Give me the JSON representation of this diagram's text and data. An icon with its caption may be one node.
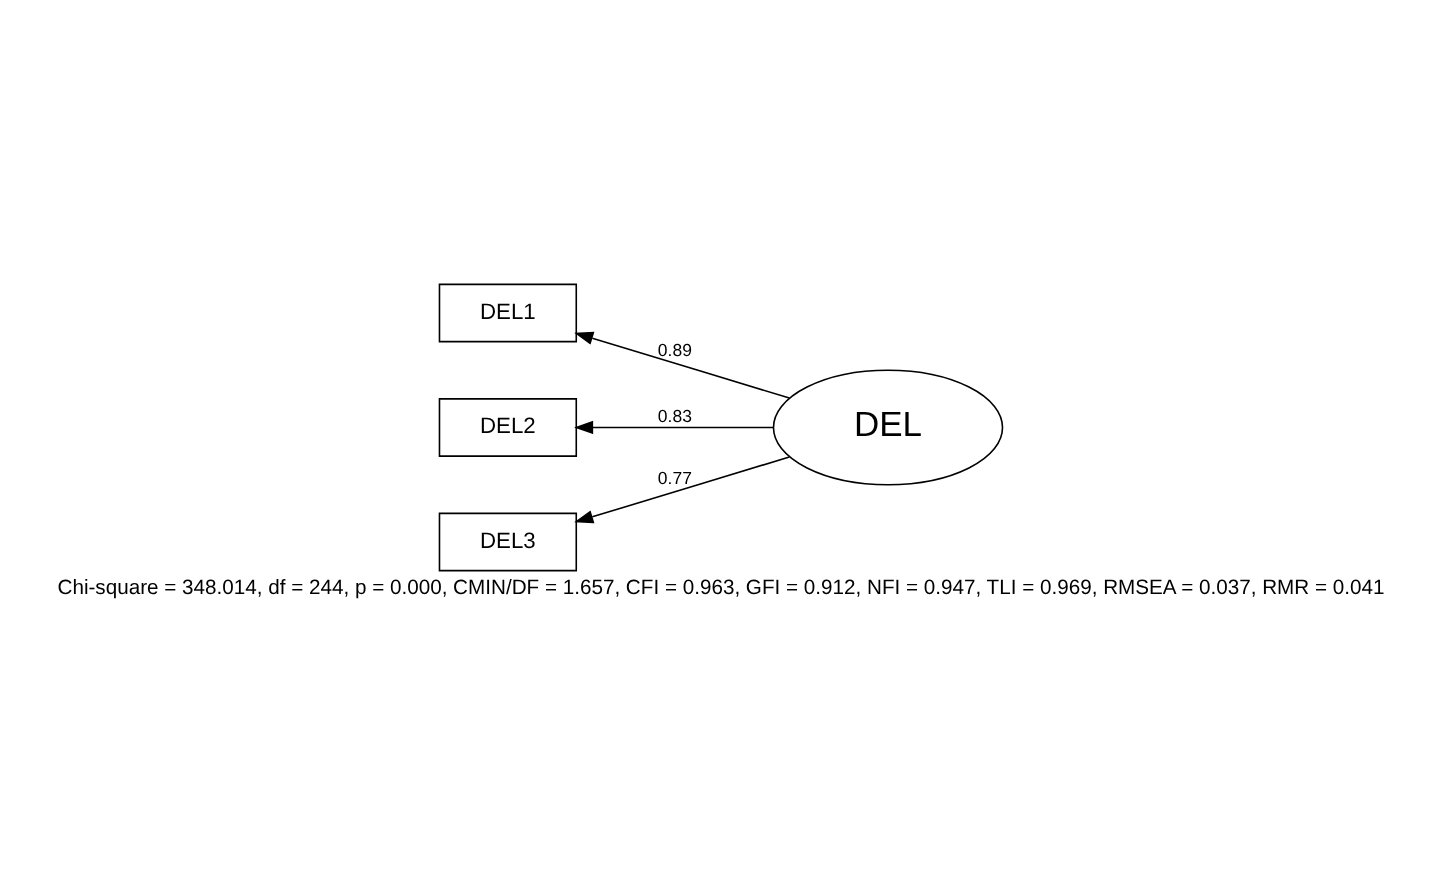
{
  "diagram": {
    "caption": "Chi-square = 348.014, df = 244, p = 0.000, CMIN/DF = 1.657, CFI = 0.963, GFI = 0.912, NFI = 0.947, TLI = 0.969, RMSEA = 0.037, RMR = 0.041",
    "nodes": [
      {
        "text": [
          "DEL1"
        ]
      },
      {
        "text": [
          "DEL2"
        ]
      },
      {
        "text": [
          "DEL3"
        ]
      },
      {
        "text": [
          "DEL"
        ]
      }
    ],
    "edges": [
      {
        "from": 3,
        "to": 0,
        "arrow": "to",
        "label": "0.89"
      },
      {
        "from": 3,
        "to": 1,
        "arrow": "to",
        "label": "0.83"
      },
      {
        "from": 3,
        "to": 2,
        "arrow": "to",
        "label": "0.77"
      }
    ]
  }
}
